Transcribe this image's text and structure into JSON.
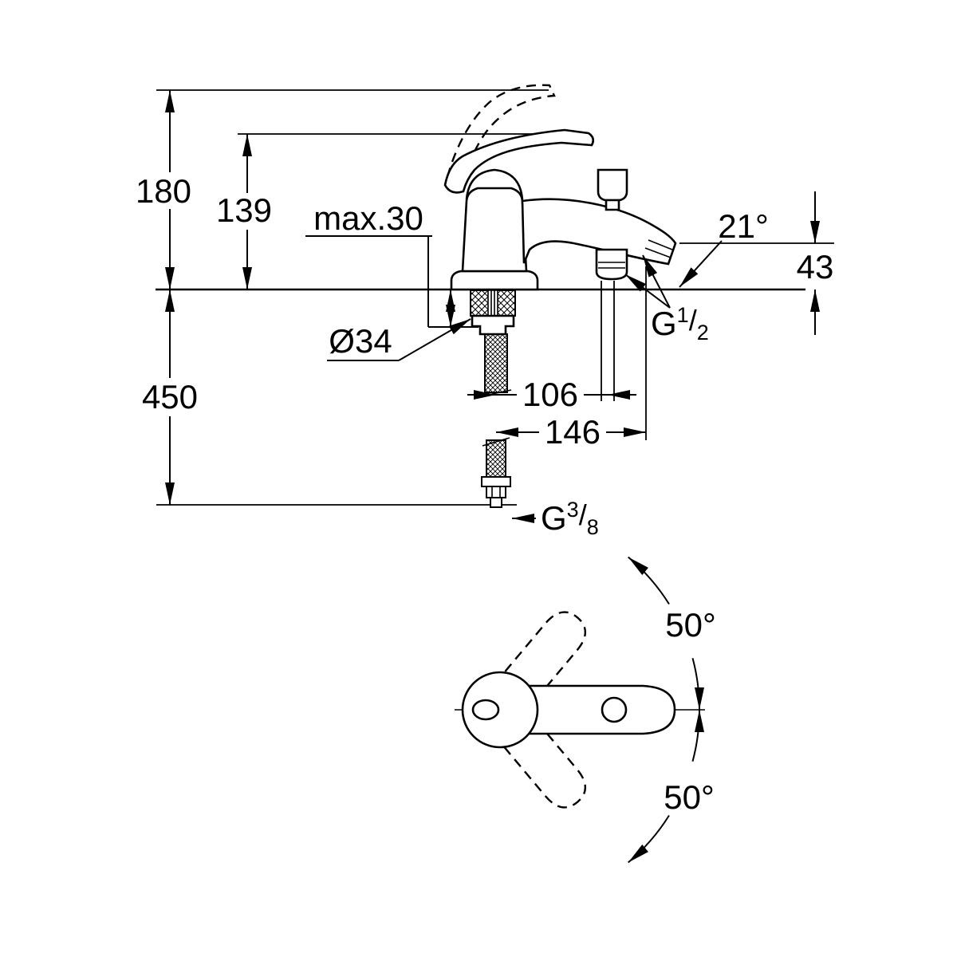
{
  "colors": {
    "background": "#ffffff",
    "line": "#000000"
  },
  "side_view": {
    "dims": {
      "total_height": "180",
      "handle_height": "139",
      "max_deck_thickness": "max.30",
      "hole_diameter": "Ø34",
      "hose_length": "450",
      "outlet_offset": "106",
      "spout_reach": "146",
      "spout_angle": "21°",
      "spout_drop": "43"
    },
    "threads": {
      "outlet": {
        "prefix": "G",
        "numerator": "1",
        "slash": "/",
        "denominator": "2"
      },
      "supply": {
        "prefix": "G",
        "numerator": "3",
        "slash": "/",
        "denominator": "8"
      }
    }
  },
  "top_view": {
    "swing_upper": "50°",
    "swing_lower": "50°"
  }
}
